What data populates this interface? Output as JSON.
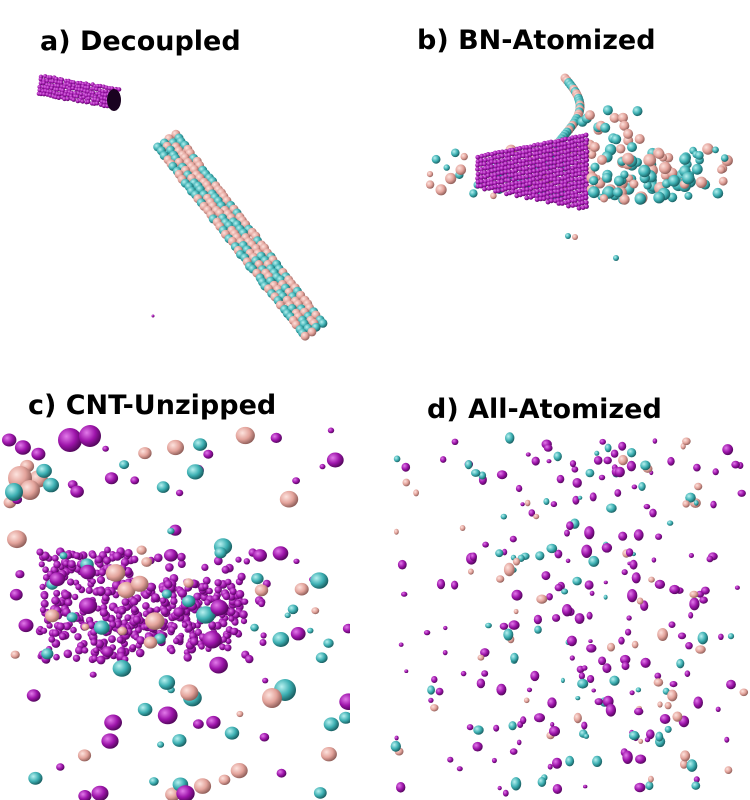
{
  "figure": {
    "panels": [
      {
        "id": "a",
        "title": "a) Decoupled"
      },
      {
        "id": "b",
        "title": "b) BN-Atomized"
      },
      {
        "id": "c",
        "title": "c) CNT-Unzipped"
      },
      {
        "id": "d",
        "title": "d) All-Atomized"
      }
    ]
  },
  "colors": {
    "carbon": "#8e1099",
    "carbon_light": "#c23ad0",
    "boron": "#e8a7a0",
    "nitrogen": "#3fb3b5",
    "nitrogen_dark": "#1e6f73",
    "background": "#ffffff"
  }
}
